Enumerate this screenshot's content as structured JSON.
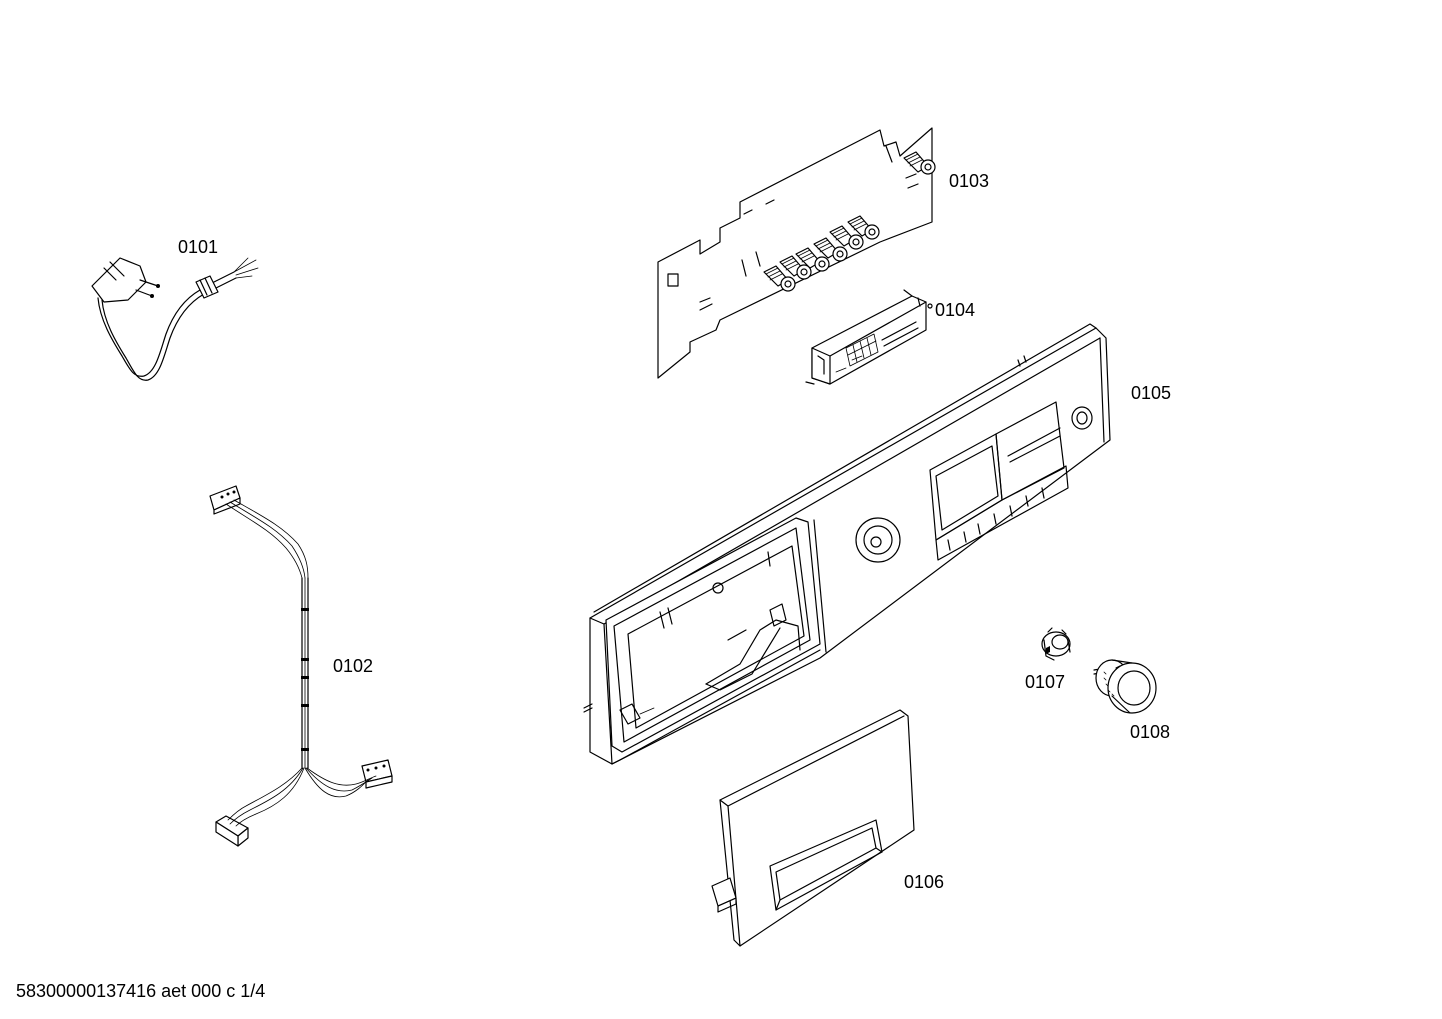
{
  "parts": [
    {
      "id": "0101",
      "label": "0101"
    },
    {
      "id": "0102",
      "label": "0102"
    },
    {
      "id": "0103",
      "label": "0103"
    },
    {
      "id": "0104",
      "label": "0104"
    },
    {
      "id": "0105",
      "label": "0105"
    },
    {
      "id": "0106",
      "label": "0106"
    },
    {
      "id": "0107",
      "label": "0107"
    },
    {
      "id": "0108",
      "label": "0108"
    }
  ],
  "footer": {
    "text": "58300000137416 aet 000 c 1/4"
  }
}
